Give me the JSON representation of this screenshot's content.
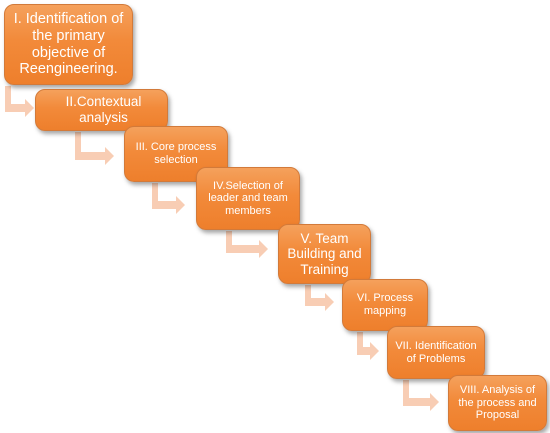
{
  "colors": {
    "step_fill": "#f28a3a",
    "step_border": "#d27a3a",
    "step_text": "#ffffff",
    "arrow": "#f8cdb4"
  },
  "steps": [
    {
      "label": "I. Identification of\nthe primary\nobjective of\nReengineering."
    },
    {
      "label": "II.Contextual analysis"
    },
    {
      "label": "III. Core process\nselection"
    },
    {
      "label": "IV.Selection of\nleader and team\nmembers"
    },
    {
      "label": "V. Team\nBuilding and\nTraining"
    },
    {
      "label": "VI. Process\nmapping"
    },
    {
      "label": "VII. Identification\nof Problems"
    },
    {
      "label": "VIII. Analysis of\nthe process and\nProposal"
    }
  ]
}
